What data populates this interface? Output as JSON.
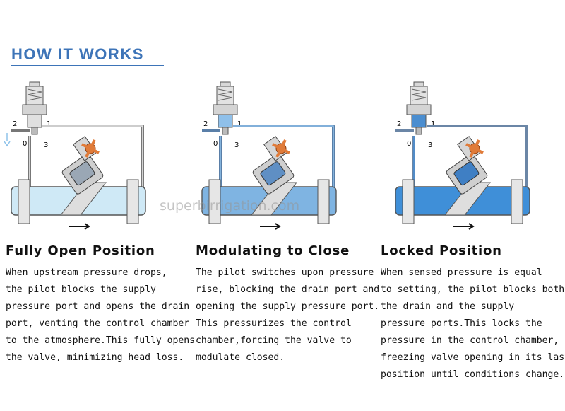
{
  "header": {
    "title": "HOW IT WORKS"
  },
  "watermark": "superbirrigation.com",
  "panels": [
    {
      "title": "Fully Open Position",
      "lines": [
        "When upstream pressure drops,",
        "the pilot blocks the supply",
        "pressure port and opens the drain",
        "port, venting the control chamber",
        "to the atmosphere.This fully opens",
        "the valve, minimizing head loss."
      ],
      "port_labels": [
        "2",
        "1",
        "0",
        "3"
      ],
      "fill_color": "#cfe9f6"
    },
    {
      "title": "Modulating to Close",
      "lines": [
        "The pilot switches upon pressure",
        "rise, blocking the drain port and",
        "opening the supply pressure port.",
        "This pressurizes the control",
        "chamber,forcing the valve to",
        "modulate closed."
      ],
      "port_labels": [
        "2",
        "1",
        "0",
        "3"
      ],
      "fill_color": "#7fb4e2"
    },
    {
      "title": "Locked Position",
      "lines": [
        "When sensed pressure is equal",
        "to setting, the pilot blocks both",
        "the drain and the supply",
        "pressure ports.This locks the",
        "pressure in the control chamber,",
        "freezing valve opening in its last",
        "position until conditions change."
      ],
      "port_labels": [
        "2",
        "1",
        "0",
        "3"
      ],
      "fill_color": "#3f8fd8"
    }
  ]
}
